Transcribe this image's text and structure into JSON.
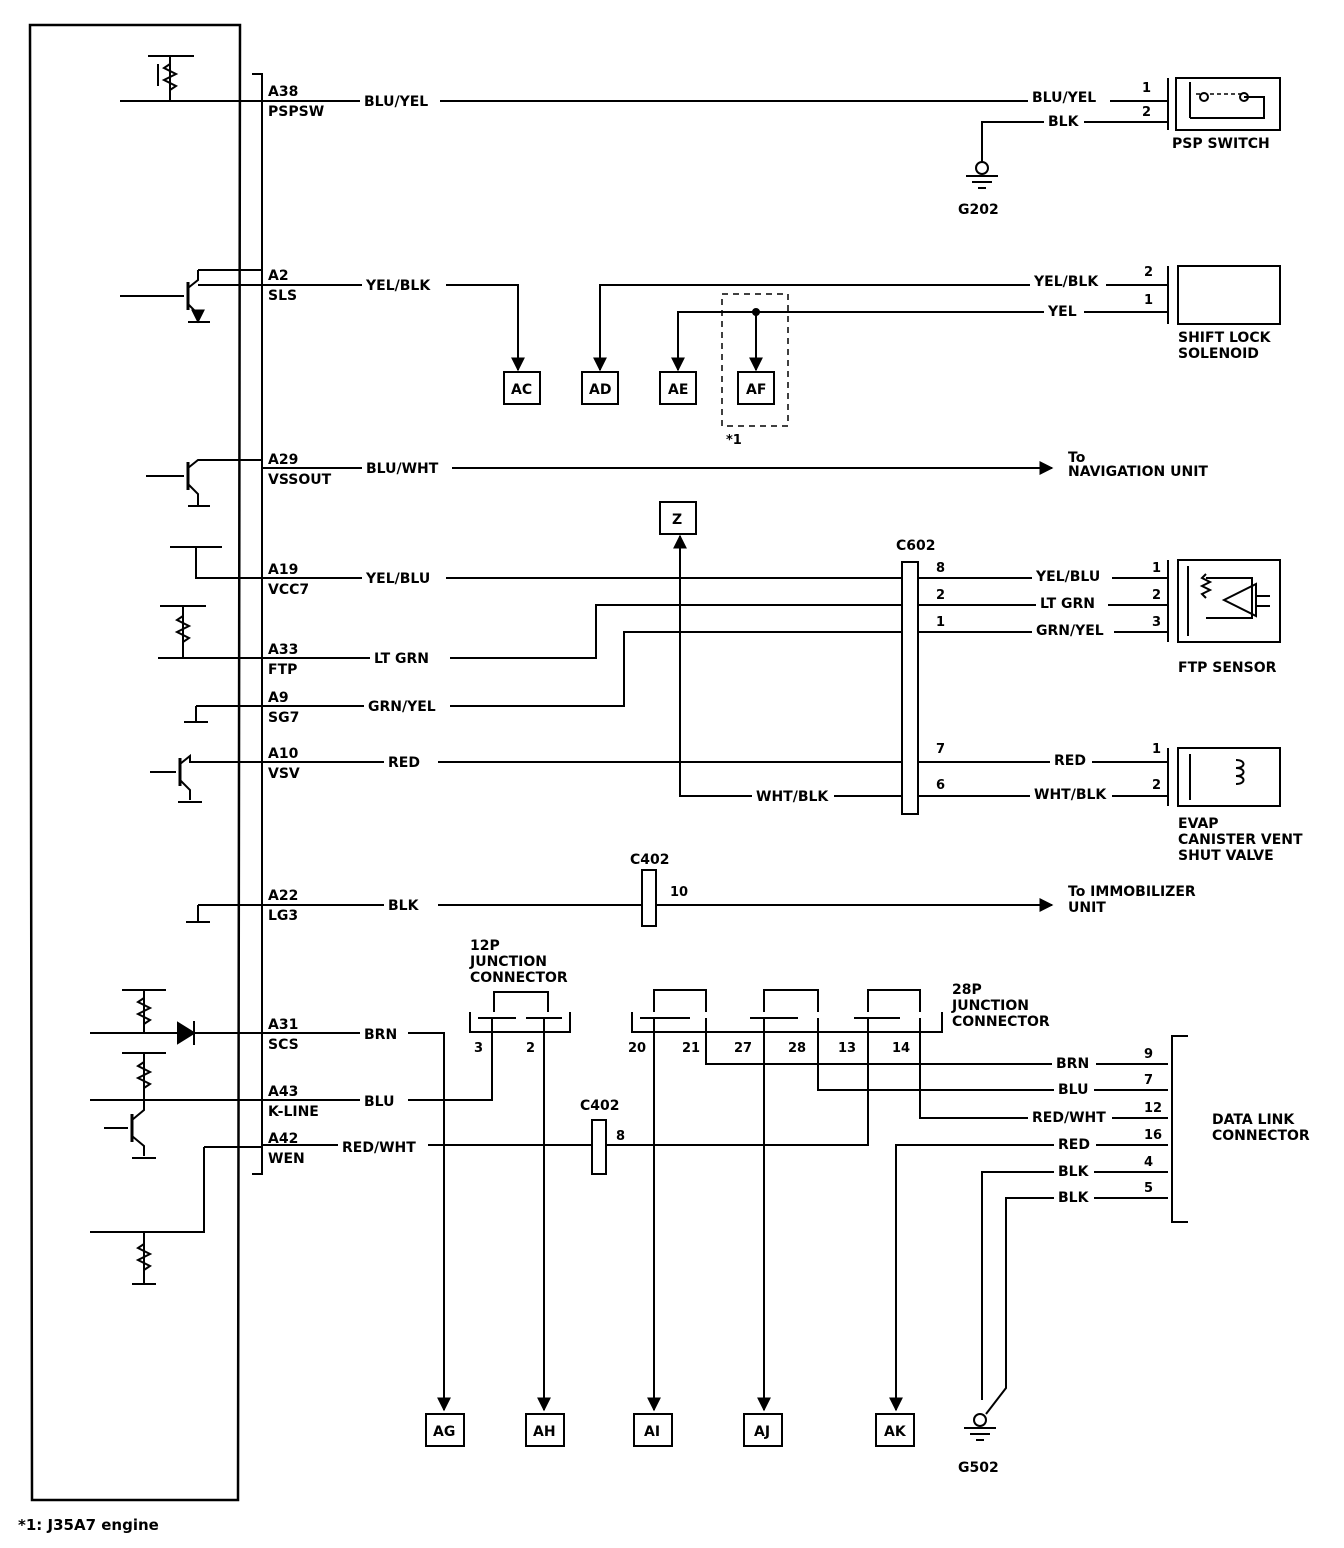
{
  "ecm_pins": [
    {
      "pin": "A38",
      "name": "PSPSW"
    },
    {
      "pin": "A2",
      "name": "SLS"
    },
    {
      "pin": "A29",
      "name": "VSSOUT"
    },
    {
      "pin": "A19",
      "name": "VCC7"
    },
    {
      "pin": "A33",
      "name": "FTP"
    },
    {
      "pin": "A9",
      "name": "SG7"
    },
    {
      "pin": "A10",
      "name": "VSV"
    },
    {
      "pin": "A22",
      "name": "LG3"
    },
    {
      "pin": "A31",
      "name": "SCS"
    },
    {
      "pin": "A43",
      "name": "K-LINE"
    },
    {
      "pin": "A42",
      "name": "WEN"
    }
  ],
  "ecm_wires": {
    "a38": "BLU/YEL",
    "a2": "YEL/BLK",
    "a29": "BLU/WHT",
    "a19": "YEL/BLU",
    "a33": "LT GRN",
    "a9": "GRN/YEL",
    "a10": "RED",
    "a22": "BLK",
    "a31": "BRN",
    "a43": "BLU",
    "a42": "RED/WHT"
  },
  "psp_switch": {
    "label": "PSP SWITCH",
    "pin1": "1",
    "pin2": "2",
    "wire1": "BLU/YEL",
    "wire2": "BLK",
    "ground": "G202"
  },
  "shift_lock": {
    "label_line1": "SHIFT LOCK",
    "label_line2": "SOLENOID",
    "pin2": "2",
    "pin1": "1",
    "wire2": "YEL/BLK",
    "wire1": "YEL"
  },
  "nav": {
    "line1": "To",
    "line2": "NAVIGATION UNIT"
  },
  "immobilizer": {
    "line1": "To IMMOBILIZER",
    "line2": "UNIT"
  },
  "boxes": {
    "ac": "AC",
    "ad": "AD",
    "ae": "AE",
    "af": "AF",
    "z": "Z",
    "ag": "AG",
    "ah": "AH",
    "ai": "AI",
    "aj": "AJ",
    "ak": "AK"
  },
  "af_note": "*1",
  "c602": {
    "label": "C602",
    "pins": [
      "8",
      "2",
      "1",
      "7",
      "6"
    ],
    "wires": [
      "YEL/BLU",
      "LT GRN",
      "GRN/YEL",
      "RED",
      "WHT/BLK"
    ],
    "z_wire": "WHT/BLK"
  },
  "ftp_sensor": {
    "label": "FTP SENSOR",
    "pins": [
      "1",
      "2",
      "3"
    ]
  },
  "evap": {
    "line1": "EVAP",
    "line2": "CANISTER VENT",
    "line3": "SHUT VALVE",
    "pins": [
      "1",
      "2"
    ]
  },
  "c402_top": {
    "label": "C402",
    "pin": "10"
  },
  "c402_bottom": {
    "label": "C402",
    "pin": "8"
  },
  "jc12": {
    "line1": "12P",
    "line2": "JUNCTION",
    "line3": "CONNECTOR",
    "pins": [
      "3",
      "2"
    ]
  },
  "jc28": {
    "line1": "28P",
    "line2": "JUNCTION",
    "line3": "CONNECTOR",
    "pins": [
      "20",
      "21",
      "27",
      "28",
      "13",
      "14"
    ]
  },
  "dlc": {
    "line1": "DATA LINK",
    "line2": "CONNECTOR",
    "wires": [
      "BRN",
      "BLU",
      "RED/WHT",
      "RED",
      "BLK",
      "BLK"
    ],
    "pins": [
      "9",
      "7",
      "12",
      "16",
      "4",
      "5"
    ],
    "ground": "G502"
  },
  "footnote": "*1: J35A7 engine"
}
